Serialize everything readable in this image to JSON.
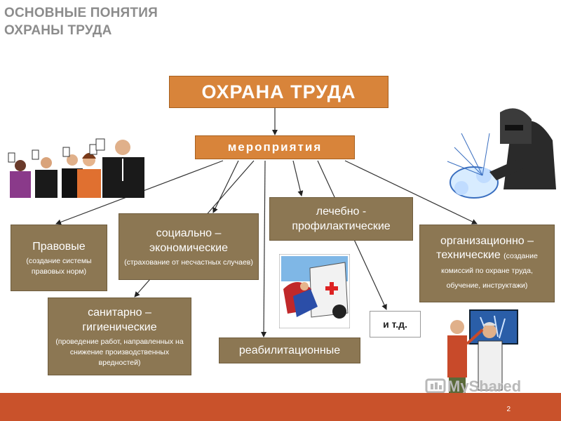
{
  "slide": {
    "title_lines": [
      "ОСНОВНЫЕ ПОНЯТИЯ",
      "ОХРАНЫ ТРУДА"
    ],
    "page_number": "2"
  },
  "diagram": {
    "root": "ОХРАНА ТРУДА",
    "hub": "мероприятия",
    "categories": {
      "legal": {
        "title": "Правовые",
        "detail": "(создание системы правовых норм)"
      },
      "social_economic": {
        "title": "социально – экономические",
        "detail": "(страхование от несчастных случаев)"
      },
      "medical": {
        "title": "лечебно - профилактические"
      },
      "organizational": {
        "title": "организационно – технические",
        "detail": "(создание комиссий по охране труда, обучение, инструктажи)"
      },
      "sanitary": {
        "title": "санитарно – гигиенические",
        "detail": "(проведение работ, направленных на снижение производственных вредностей)"
      },
      "rehabilitation": {
        "title": "реабилитационные"
      },
      "etc": {
        "title": "и т.д."
      }
    }
  },
  "watermark": {
    "text": "MyShared"
  },
  "colors": {
    "orange": "#d8843a",
    "brown": "#8c7753",
    "footer": "#c9522b",
    "title_gray": "#8c8c8c"
  },
  "icons": [
    "voting-people-illustration",
    "welder-illustration",
    "ambulance-illustration",
    "doctors-xray-illustration",
    "myshared-logo-icon"
  ]
}
